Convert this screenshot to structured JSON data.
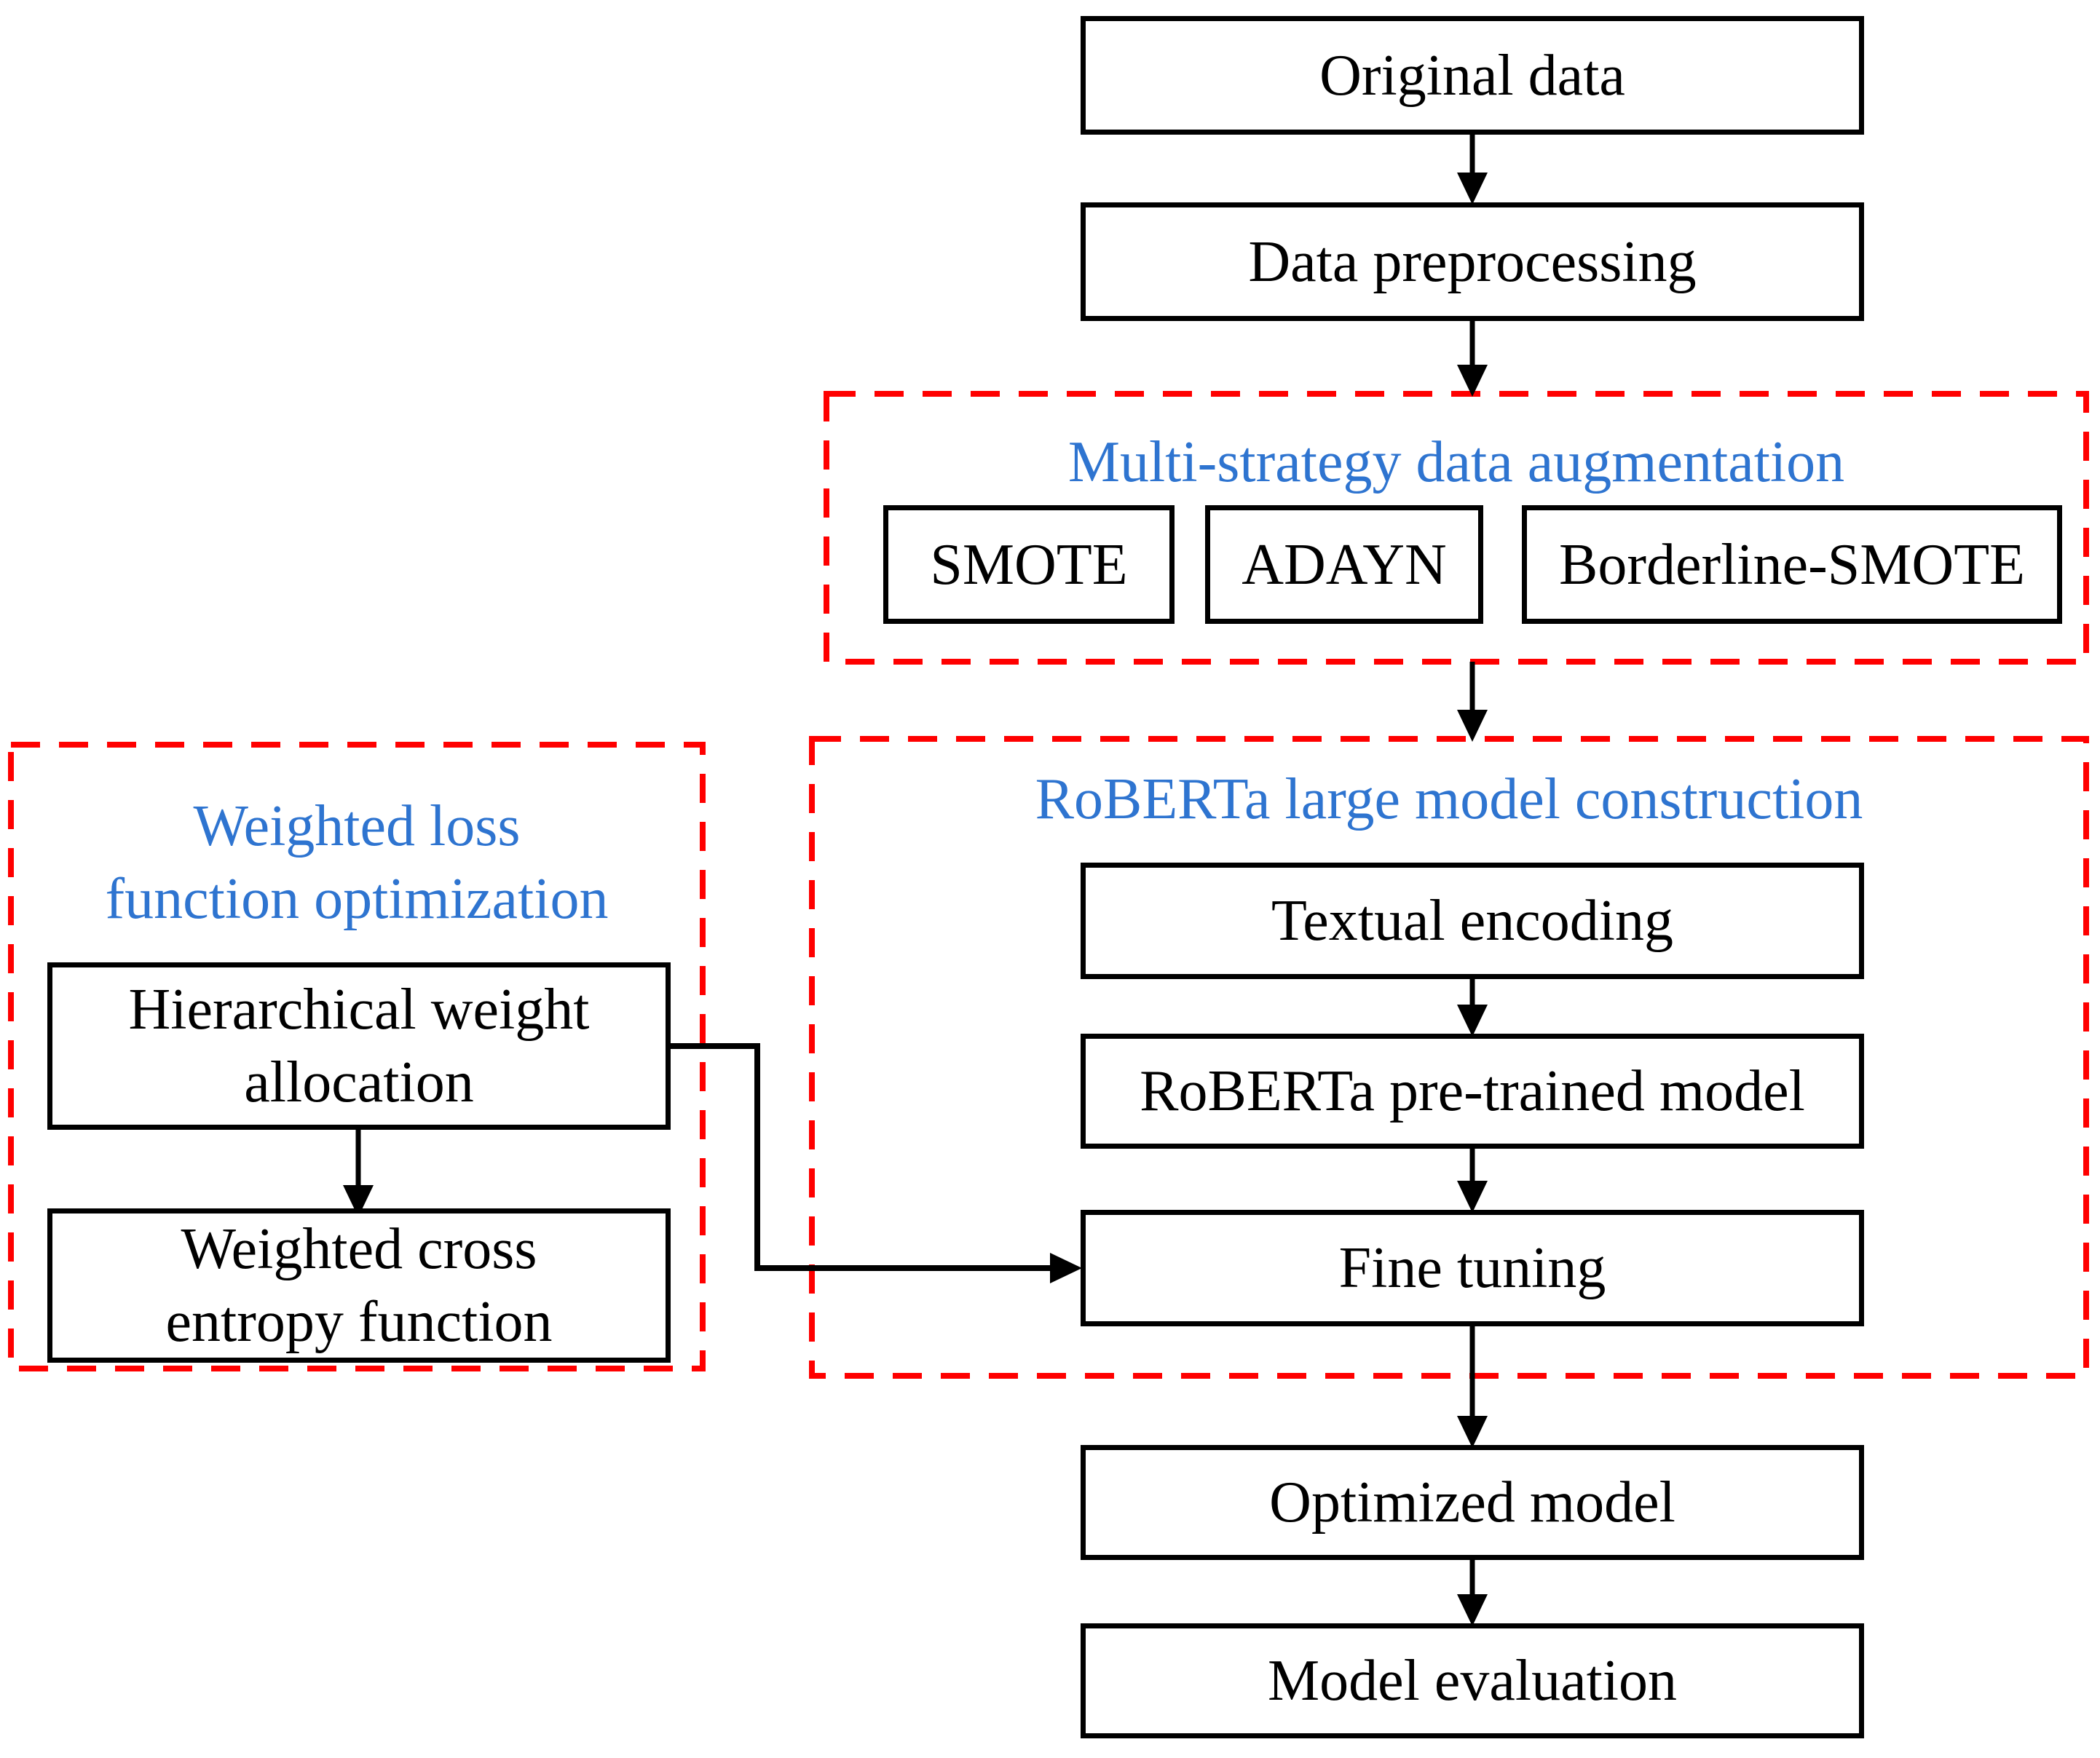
{
  "figure": {
    "type": "flowchart",
    "colors": {
      "accent_blue": "#2E74D0",
      "dashed_red": "#FF0000",
      "box_border": "#000000",
      "arrow_black": "#000000",
      "background": "#FFFFFF"
    },
    "nodes": {
      "original_data": "Original data",
      "data_preprocessing": "Data preprocessing",
      "smote": "SMOTE",
      "adayn": "ADAYN",
      "borderline_smote": "Borderline-SMOTE",
      "textual_encoding": "Textual encoding",
      "roberta_pretrained": "RoBERTa pre-trained model",
      "fine_tuning": "Fine tuning",
      "optimized_model": "Optimized model",
      "model_evaluation": "Model evaluation",
      "hierarchical_weight_allocation": {
        "line1": "Hierarchical weight",
        "line2": "allocation"
      },
      "weighted_cross_entropy": {
        "line1": "Weighted cross",
        "line2": "entropy function"
      }
    },
    "groups": {
      "augmentation": {
        "title": "Multi-strategy data augmentation"
      },
      "roberta": {
        "title": "RoBERTa large model construction"
      },
      "weighted_loss": {
        "title_line1": "Weighted loss",
        "title_line2": "function optimization"
      }
    }
  }
}
